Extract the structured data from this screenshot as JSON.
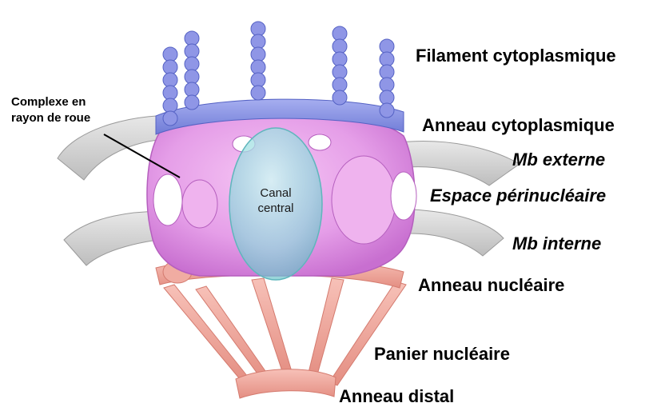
{
  "labels": {
    "filament_cytoplasmique": "Filament cytoplasmique",
    "complexe_line1": "Complexe en",
    "complexe_line2": "rayon de roue",
    "anneau_cytoplasmique": "Anneau cytoplasmique",
    "mb_externe": "Mb externe",
    "espace_perinucleaire": "Espace périnucléaire",
    "canal_line1": "Canal",
    "canal_line2": "central",
    "mb_interne": "Mb interne",
    "anneau_nucleaire": "Anneau nucléaire",
    "panier_nucleaire": "Panier nucléaire",
    "anneau_distal": "Anneau distal"
  },
  "colors": {
    "filament": "#8f96e6",
    "cytoplasmic_ring": "#7f8ce0",
    "spoke_complex": "#e59ee8",
    "membrane": "#cfcfcf",
    "central_channel": "#8fd8dc",
    "nuclear_ring": "#f2a59a",
    "basket": "#f0a096"
  }
}
